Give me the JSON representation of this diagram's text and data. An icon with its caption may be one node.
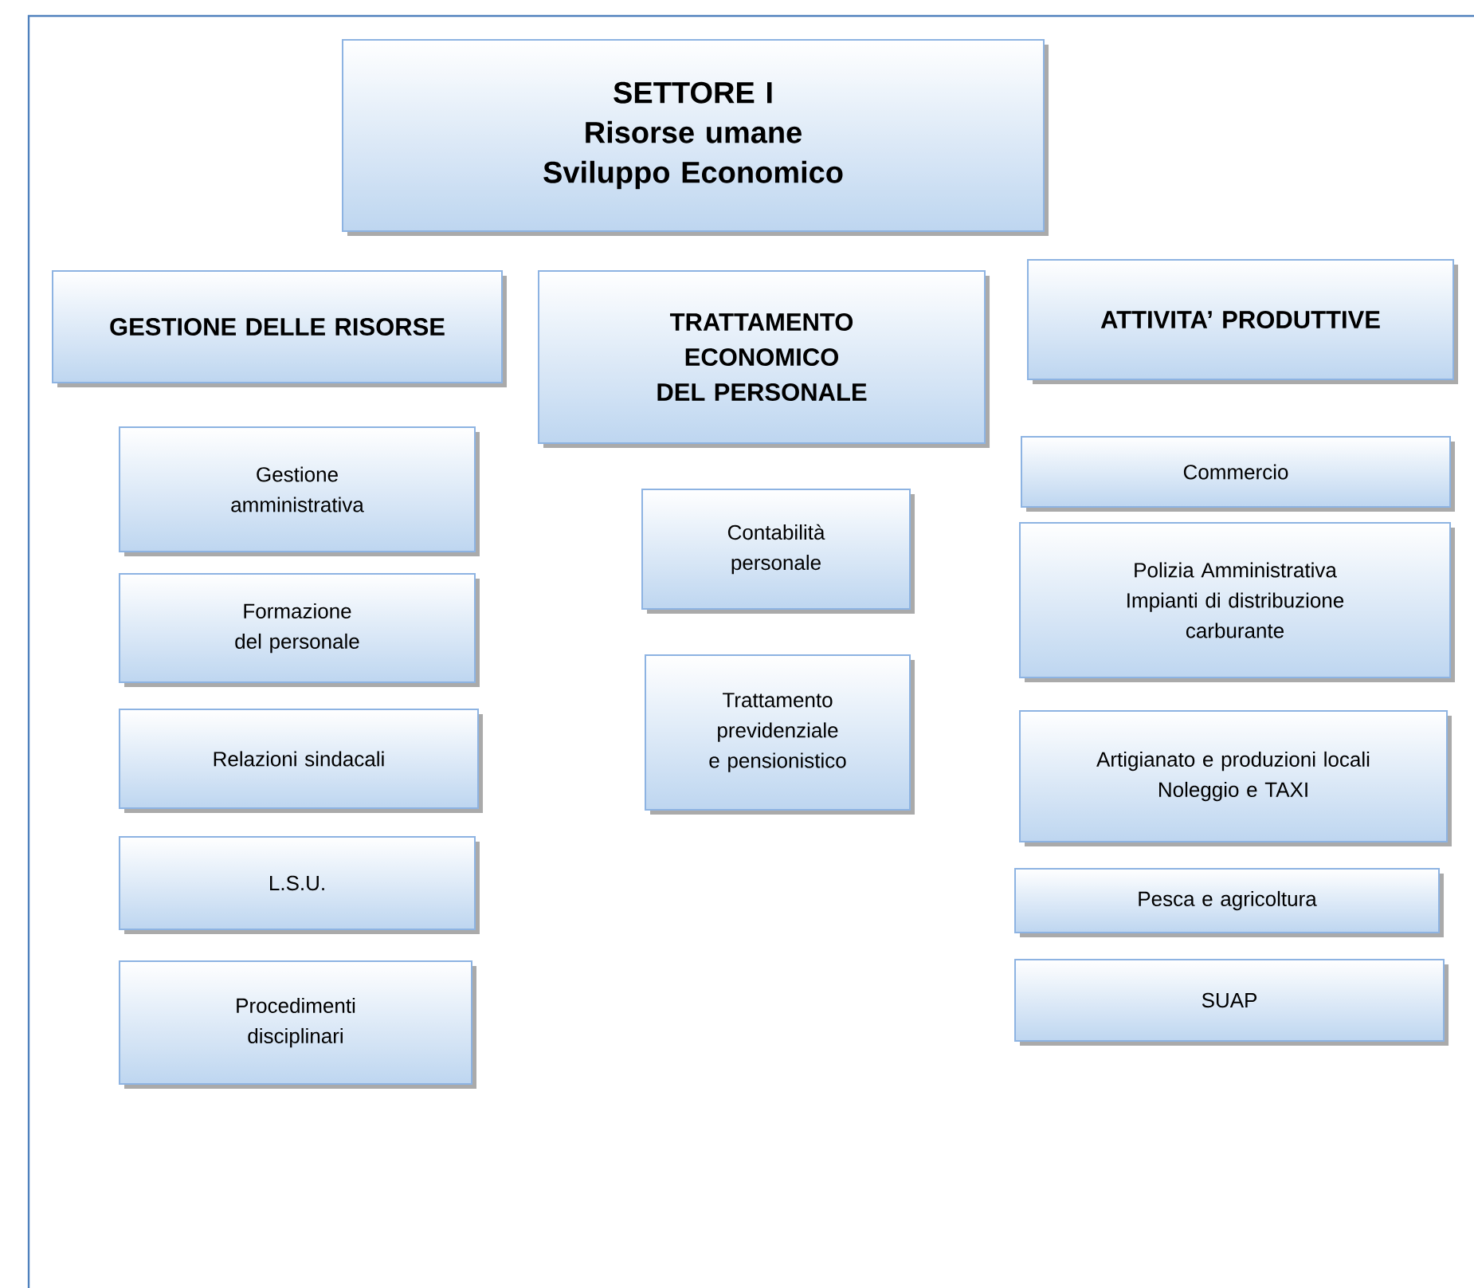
{
  "diagram": {
    "nodes": [
      {
        "text": [
          "SETTORE I",
          "Risorse umane",
          "Sviluppo Economico"
        ]
      },
      {
        "text": [
          "GESTIONE DELLE RISORSE"
        ]
      },
      {
        "text": [
          "TRATTAMENTO ECONOMICO DEL PERSONALE"
        ]
      },
      {
        "text": [
          "ATTIVITA’ PRODUTTIVE"
        ]
      },
      {
        "text": [
          "Gestione amministrativa"
        ]
      },
      {
        "text": [
          "Formazione del personale"
        ]
      },
      {
        "text": [
          "Relazioni sindacali"
        ]
      },
      {
        "text": [
          "L.S.U."
        ]
      },
      {
        "text": [
          "Procedimenti disciplinari"
        ]
      },
      {
        "text": [
          "Contabilità personale"
        ]
      },
      {
        "text": [
          "Trattamento previdenziale e pensionistico"
        ]
      },
      {
        "text": [
          "Commercio"
        ]
      },
      {
        "text": [
          "Polizia Amministrativa",
          "Impianti di distribuzione carburante"
        ]
      },
      {
        "text": [
          "Artigianato e produzioni locali",
          "Noleggio e TAXI"
        ]
      },
      {
        "text": [
          "Pesca e agricoltura"
        ]
      },
      {
        "text": [
          "SUAP"
        ]
      }
    ]
  }
}
